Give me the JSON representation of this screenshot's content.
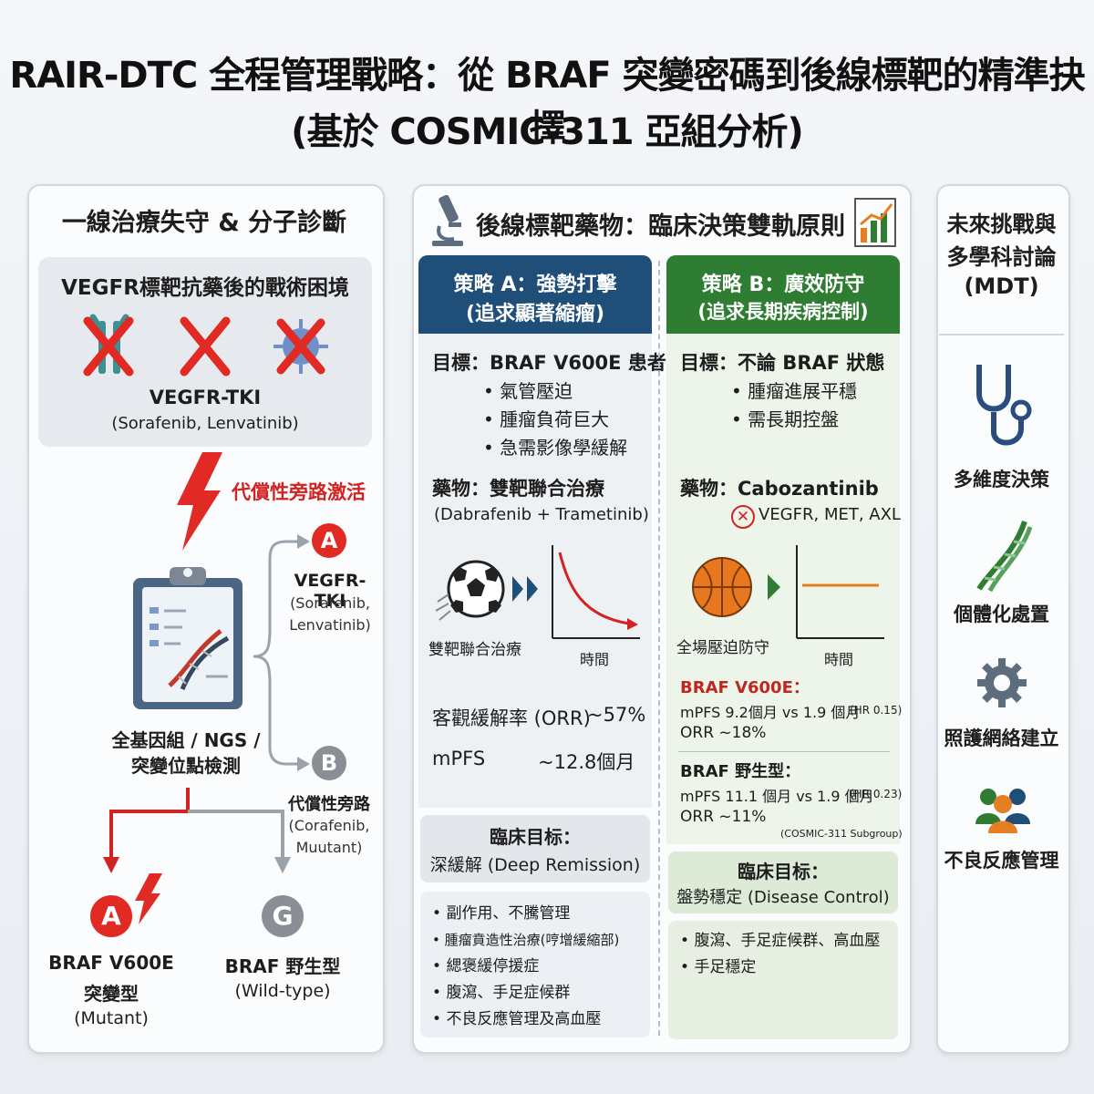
{
  "title": {
    "line1": "RAIR-DTC 全程管理戰略：從 BRAF 突變密碼到後線標靶的精準抉擇",
    "line2": "(基於 COSMIC-311 亞組分析)"
  },
  "left": {
    "heading": "一線治療失守 & 分子診斷",
    "dilemma_title": "VEGFR標靶抗藥後的戰術困境",
    "tki_label": "VEGFR-TKI",
    "tki_drugs": "(Sorafenib, Lenvatinib)",
    "bypass_label": "代償性旁路激活",
    "branch_a_letter": "A",
    "branch_a_label": "VEGFR-TKI",
    "branch_a_drugs_1": "(Sorafenib,",
    "branch_a_drugs_2": "Lenvatinib)",
    "test_label_1": "全基因組 / NGS /",
    "test_label_2": "突變位點檢測",
    "branch_b_letter": "B",
    "branch_b_label": "代償性旁路",
    "branch_b_drugs_1": "(Corafenib,",
    "branch_b_drugs_2": "Muutant)",
    "mutant_letter": "A",
    "mutant_label_1": "BRAF V600E",
    "mutant_label_2": "突變型",
    "mutant_label_3": "(Mutant)",
    "wild_letter": "G",
    "wild_label_1": "BRAF 野生型",
    "wild_label_2": "(Wild-type)"
  },
  "mid": {
    "heading": "後線標靶藥物：臨床決策雙軌原則",
    "stratA": {
      "title": "策略 A：強勢打擊",
      "subtitle": "(追求顯著縮瘤)",
      "target": "目標：BRAF V600E 患者",
      "points": [
        "氣管壓迫",
        "腫瘤負荷巨大",
        "急需影像學緩解"
      ],
      "drug": "藥物：雙靶聯合治療",
      "drug_detail": "(Dabrafenib + Trametinib)",
      "icon_caption": "雙靶聯合治療",
      "time_label": "時間",
      "orr_label": "客觀緩解率 (ORR)",
      "orr_value": "~57%",
      "mpfs_label": "mPFS",
      "mpfs_value": "~12.8個月",
      "goal_title": "臨床目标：",
      "goal_text": "深緩解 (Deep Remission)",
      "ae_list": [
        "副作用、不騰管理",
        "腫瘤賁造性治療(哼增緩縮部)",
        "緦褒緩停援症",
        "腹瀉、手足症候群",
        "不良反應管理及高血壓"
      ]
    },
    "stratB": {
      "title": "策略 B：廣效防守",
      "subtitle": "(追求長期疾病控制)",
      "target": "目標：不論 BRAF 狀態",
      "points": [
        "腫瘤進展平穩",
        "需長期控盤"
      ],
      "drug": "藥物：Cabozantinib",
      "drug_detail": "VEGFR, MET, AXL",
      "icon_caption": "全場壓迫防守",
      "time_label": "時間",
      "v600e_label": "BRAF V600E：",
      "v600e_mpfs": "mPFS 9.2個月 vs 1.9 個月",
      "v600e_hr": "(HR 0.15)",
      "v600e_orr": "ORR ~18%",
      "wt_label": "BRAF 野生型：",
      "wt_mpfs": "mPFS 11.1 個月 vs 1.9 個月",
      "wt_hr": "(HR 0.23)",
      "wt_orr": "ORR ~11%",
      "source": "(COSMIC-311 Subgroup)",
      "goal_title": "臨床目标：",
      "goal_text": "盤勢穩定 (Disease Control)",
      "ae_list": [
        "腹瀉、手足症候群、高血壓",
        "手足穩定"
      ]
    }
  },
  "right": {
    "heading_1": "未來挑戰與",
    "heading_2": "多學科討論",
    "heading_3": "(MDT)",
    "items": [
      "多維度決策",
      "個體化處置",
      "照護網絡建立",
      "不良反應管理"
    ]
  },
  "colors": {
    "navy": "#1f4e79",
    "green": "#2e7d32",
    "red": "#d32222",
    "grey": "#8a8f96"
  }
}
